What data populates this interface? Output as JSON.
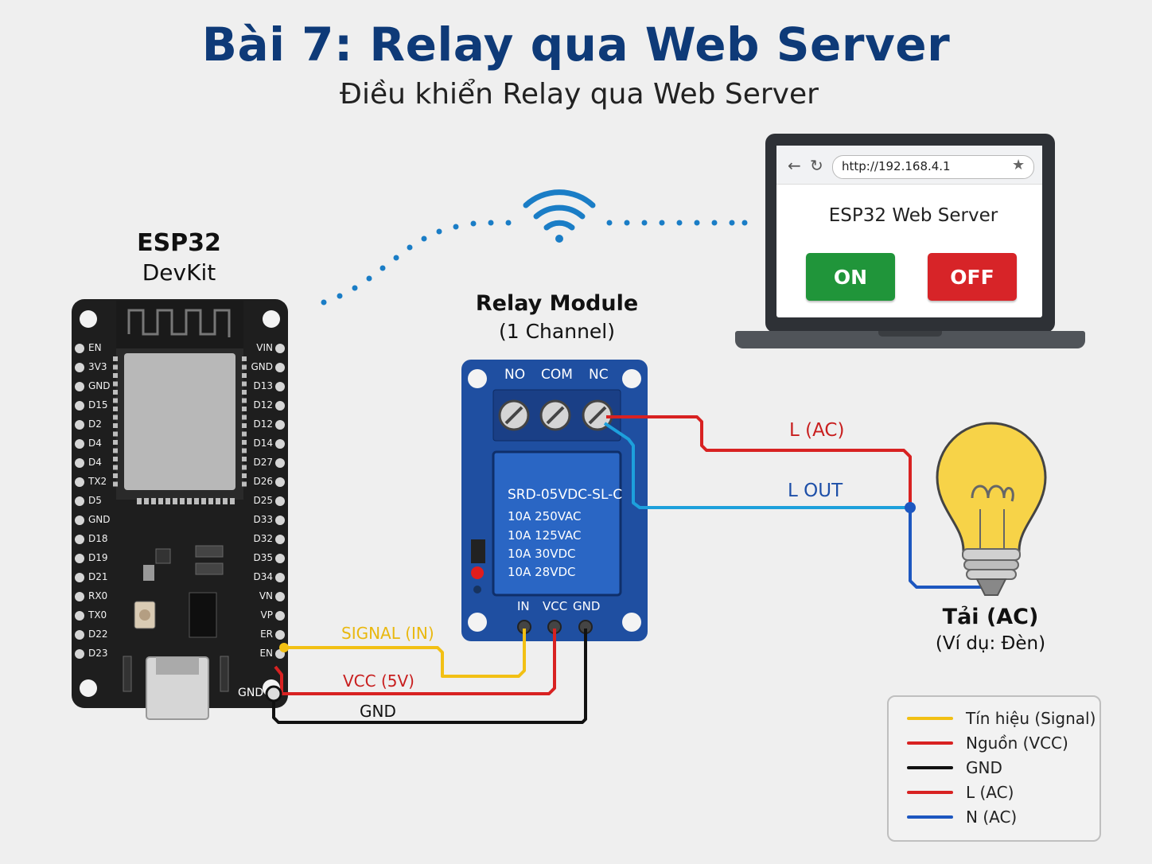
{
  "header": {
    "title": "Bài 7: Relay qua Web Server",
    "subtitle": "Điều khiển Relay qua Web Server"
  },
  "esp32": {
    "name": "ESP32",
    "model": "DevKit",
    "left_pins": [
      "EN",
      "3V3",
      "GND",
      "D15",
      "D2",
      "D4",
      "D4",
      "TX2",
      "D5",
      "GND",
      "D18",
      "D19",
      "D21",
      "RX0",
      "TX0",
      "D22",
      "D23"
    ],
    "right_pins": [
      "VIN",
      "GND",
      "D13",
      "D12",
      "D12",
      "D14",
      "D27",
      "D26",
      "D25",
      "D33",
      "D32",
      "D35",
      "D34",
      "VN",
      "VP",
      "ER",
      "EN"
    ],
    "gnd_label": "GND"
  },
  "relay": {
    "name": "Relay Module",
    "channels": "(1 Channel)",
    "terminals": [
      "NO",
      "COM",
      "NC"
    ],
    "spec_lines": [
      "SRD-05VDC-SL-C",
      "10A 250VAC",
      "10A 125VAC",
      "10A 30VDC",
      "10A 28VDC"
    ],
    "pins": [
      "IN",
      "VCC",
      "GND"
    ]
  },
  "laptop": {
    "url": "http://192.168.4.1",
    "page_title": "ESP32 Web Server",
    "on_label": "ON",
    "off_label": "OFF",
    "icons": [
      "back-arrow-icon",
      "reload-icon",
      "star-icon"
    ]
  },
  "load": {
    "name": "Tải (AC)",
    "example": "(Ví dụ: Đèn)"
  },
  "wires": {
    "signal": "SIGNAL (IN)",
    "vcc": "VCC (5V)",
    "gnd": "GND",
    "l_ac": "L (AC)",
    "l_out": "L OUT"
  },
  "legend": [
    {
      "label": "Tín hiệu (Signal)",
      "color": "#f2c014"
    },
    {
      "label": "Nguồn (VCC)",
      "color": "#d82222"
    },
    {
      "label": "GND",
      "color": "#111111"
    },
    {
      "label": "L (AC)",
      "color": "#d82222"
    },
    {
      "label": "N (AC)",
      "color": "#1d57c0"
    }
  ],
  "colors": {
    "title": "#0e3a78",
    "signal": "#f2c014",
    "vcc": "#d82222",
    "gnd": "#111111",
    "neutral": "#1d57c0",
    "wifi": "#1a7dc6",
    "relay_board": "#1f4fa1"
  }
}
